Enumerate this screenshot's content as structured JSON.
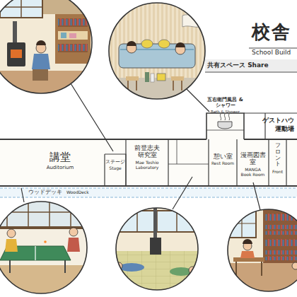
{
  "diagram": {
    "title": "校舎",
    "nodes": [
      {
        "text": [
          "五右衛門風呂 & シャワー",
          "Bath & Shower"
        ]
      },
      {
        "text": [
          "ゲストハウ",
          "運動場"
        ]
      },
      {
        "text": [
          "講堂",
          "Auditorium"
        ]
      },
      {
        "text": [
          "ステージ",
          "Stage"
        ]
      },
      {
        "text": [
          "前登志夫研究室",
          "Mae Toshio Laboratory"
        ]
      },
      {
        "text": [
          "憩い室",
          "Rest Room"
        ]
      },
      {
        "text": [
          "漫画図書室",
          "MANGA Book Room"
        ]
      },
      {
        "text": [
          "フロント",
          "Front"
        ]
      },
      {
        "text": [
          "ウッドデッキ",
          "WoodDeck"
        ]
      }
    ],
    "labels": [
      "School Build",
      "共有スペース Share"
    ]
  }
}
